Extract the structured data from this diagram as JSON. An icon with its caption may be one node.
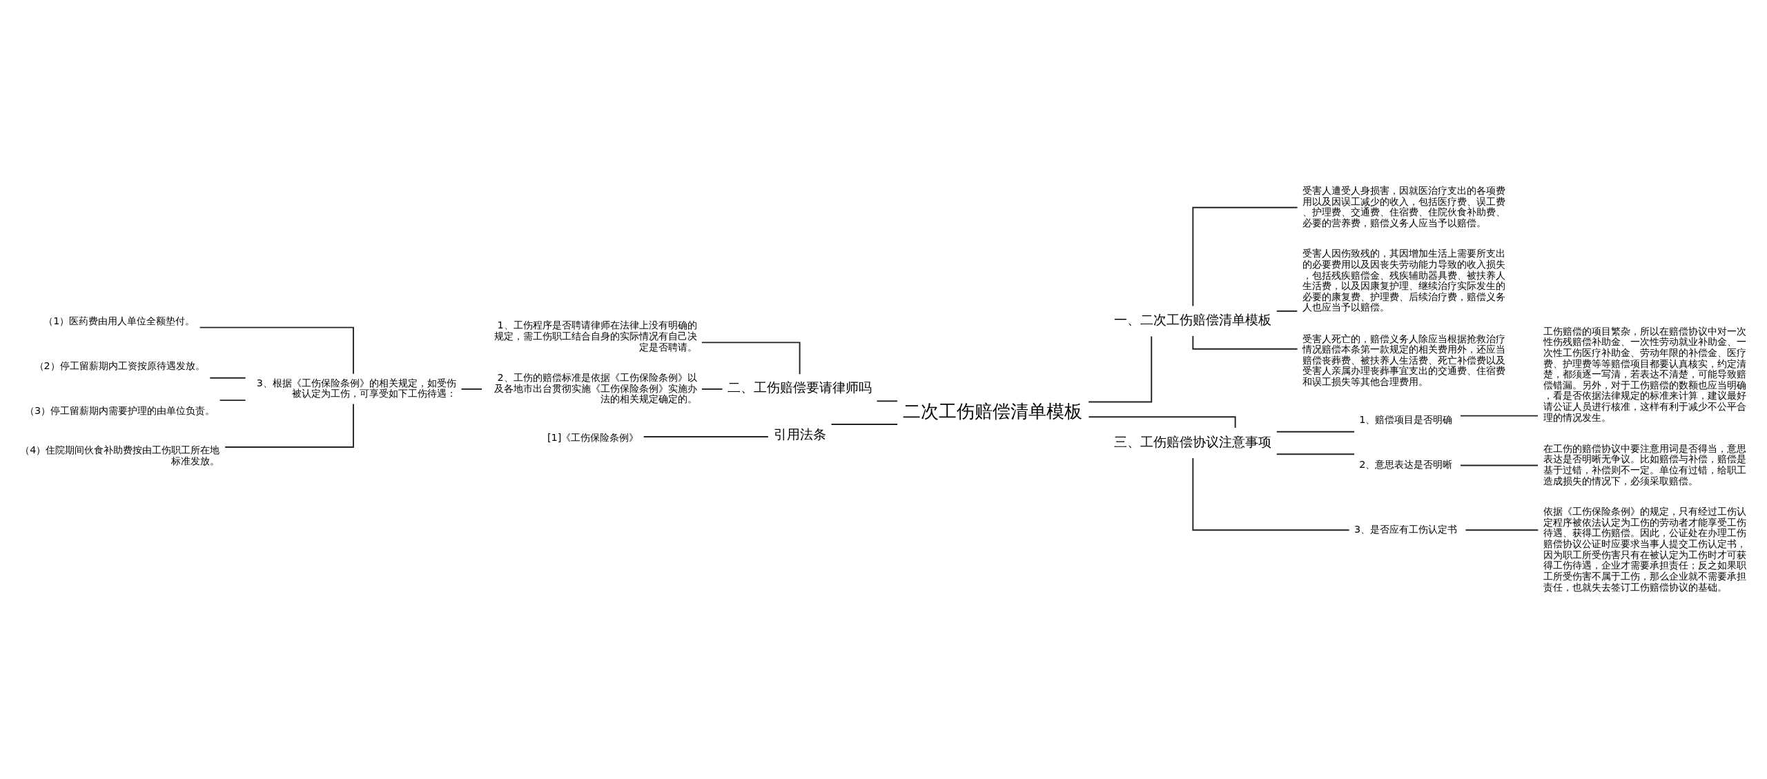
{
  "diagram": {
    "nodes": [
      {
        "text": [
          "二次工伤赔偿清单模板"
        ]
      },
      {
        "text": [
          "一、二次工伤赔偿清单模板"
        ]
      },
      {
        "text": [
          "受害人遭受人身损害，因就医治疗支出的各项费用以及因误工减少的收入，包括医疗费、误工费、护理费、交通费、住宿费、住院伙食补助费、必要的营养费，赔偿义务人应当予以赔偿。"
        ]
      },
      {
        "text": [
          "受害人因伤致残的，其因增加生活上需要所支出的必要费用以及因丧失劳动能力导致的收入损失，包括残疾赔偿金、残疾辅助器具费、被扶养人生活费，以及因康复护理、继续治疗实际发生的必要的康复费、护理费、后续治疗费，赔偿义务人也应当予以赔偿。"
        ]
      },
      {
        "text": [
          "受害人死亡的，赔偿义务人除应当根据抢救治疗情况赔偿本条第一款规定的相关费用外，还应当赔偿丧葬费、被扶养人生活费、死亡补偿费以及受害人亲属办理丧葬事宜支出的交通费、住宿费和误工损失等其他合理费用。"
        ]
      },
      {
        "text": [
          "三、工伤赔偿协议注意事项"
        ]
      },
      {
        "text": [
          "1、赔偿项目是否明确"
        ]
      },
      {
        "text": [
          "工伤赔偿的项目繁杂，所以在赔偿协议中对一次性伤残赔偿补助金、一次性劳动就业补助金、一次性工伤医疗补助金、劳动年限的补偿金、医疗费、护理费等等赔偿项目都要认真核实，约定清楚，都须逐一写清，若表达不清楚，可能导致赔偿错漏。另外，对于工伤赔偿的数额也应当明确，看是否依据法律规定的标准来计算，建议最好请公证人员进行核准，这样有利于减少不公平合理的情况发生。"
        ]
      },
      {
        "text": [
          "2、意思表达是否明晰"
        ]
      },
      {
        "text": [
          "在工伤的赔偿协议中要注意用词是否得当，意思表达是否明晰无争议。比如赔偿与补偿，赔偿是基于过错，补偿则不一定。单位有过错，给职工造成损失的情况下，必须采取赔偿。"
        ]
      },
      {
        "text": [
          "3、是否应有工伤认定书"
        ]
      },
      {
        "text": [
          "依据《工伤保险条例》的规定，只有经过工伤认定程序被依法认定为工伤的劳动者才能享受工伤待遇、获得工伤赔偿。因此，公证处在办理工伤赔偿协议公证时应要求当事人提交工伤认定书，因为职工所受伤害只有在被认定为工伤时才可获得工伤待遇，企业才需要承担责任；反之如果职工所受伤害不属于工伤，那么企业就不需要承担责任，也就失去签订工伤赔偿协议的基础。"
        ]
      },
      {
        "text": [
          "二、工伤赔偿要请律师吗"
        ]
      },
      {
        "text": [
          "1、工伤程序是否聘请律师在法律上没有明确的规定，需工伤职工结合自身的实际情况有自己决定是否聘请。"
        ]
      },
      {
        "text": [
          "2、工伤的赔偿标准是依据《工伤保险条例》以及各地市出台贯彻实施《工伤保险条例》实施办法的相关规定确定的。"
        ]
      },
      {
        "text": [
          "3、根据《工伤保险条例》的相关规定，如受伤被认定为工伤，可享受如下工伤待遇："
        ]
      },
      {
        "text": [
          "（1）医药费由用人单位全额垫付。"
        ]
      },
      {
        "text": [
          "（2）停工留薪期内工资按原待遇发放。"
        ]
      },
      {
        "text": [
          "（3）停工留薪期内需要护理的由单位负责。"
        ]
      },
      {
        "text": [
          "（4）住院期间伙食补助费按由工伤职工所在地标准发放。"
        ]
      },
      {
        "text": [
          "引用法条"
        ]
      },
      {
        "text": [
          "[1]《工伤保险条例》"
        ]
      }
    ],
    "edges": [
      {
        "from": 0,
        "to": 1,
        "arrow": "none"
      },
      {
        "from": 1,
        "to": 2,
        "arrow": "none"
      },
      {
        "from": 1,
        "to": 3,
        "arrow": "none"
      },
      {
        "from": 1,
        "to": 4,
        "arrow": "none"
      },
      {
        "from": 0,
        "to": 5,
        "arrow": "none"
      },
      {
        "from": 5,
        "to": 6,
        "arrow": "none"
      },
      {
        "from": 6,
        "to": 7,
        "arrow": "none"
      },
      {
        "from": 5,
        "to": 8,
        "arrow": "none"
      },
      {
        "from": 8,
        "to": 9,
        "arrow": "none"
      },
      {
        "from": 5,
        "to": 10,
        "arrow": "none"
      },
      {
        "from": 10,
        "to": 11,
        "arrow": "none"
      },
      {
        "from": 0,
        "to": 12,
        "arrow": "none"
      },
      {
        "from": 12,
        "to": 13,
        "arrow": "none"
      },
      {
        "from": 12,
        "to": 14,
        "arrow": "none"
      },
      {
        "from": 14,
        "to": 15,
        "arrow": "none"
      },
      {
        "from": 15,
        "to": 16,
        "arrow": "none"
      },
      {
        "from": 15,
        "to": 17,
        "arrow": "none"
      },
      {
        "from": 15,
        "to": 18,
        "arrow": "none"
      },
      {
        "from": 15,
        "to": 19,
        "arrow": "none"
      },
      {
        "from": 0,
        "to": 20,
        "arrow": "none"
      },
      {
        "from": 20,
        "to": 21,
        "arrow": "none"
      }
    ]
  }
}
